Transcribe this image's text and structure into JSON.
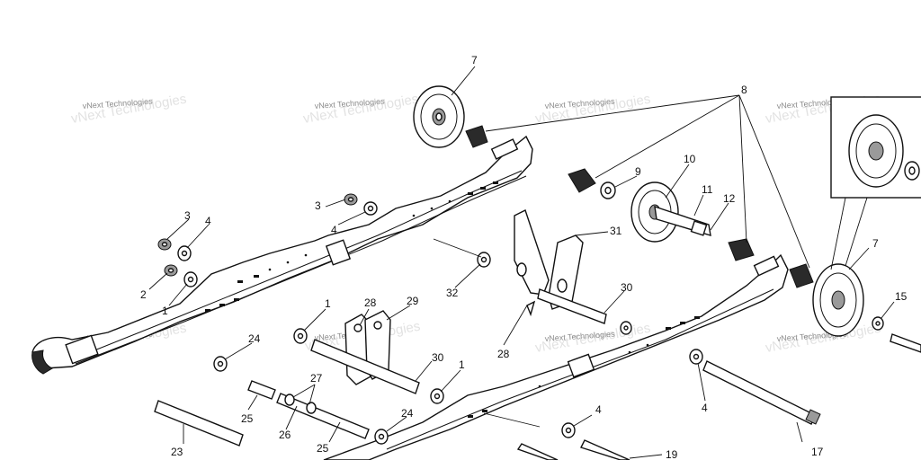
{
  "watermark": "vNext Technologies",
  "callouts": [
    "7",
    "8",
    "9",
    "10",
    "11",
    "12",
    "3",
    "4",
    "3",
    "4",
    "2",
    "1",
    "31",
    "32",
    "28",
    "29",
    "1",
    "30",
    "28",
    "24",
    "30",
    "1",
    "27",
    "25",
    "26",
    "24",
    "25",
    "23",
    "4",
    "4",
    "19",
    "17",
    "7",
    "15"
  ]
}
